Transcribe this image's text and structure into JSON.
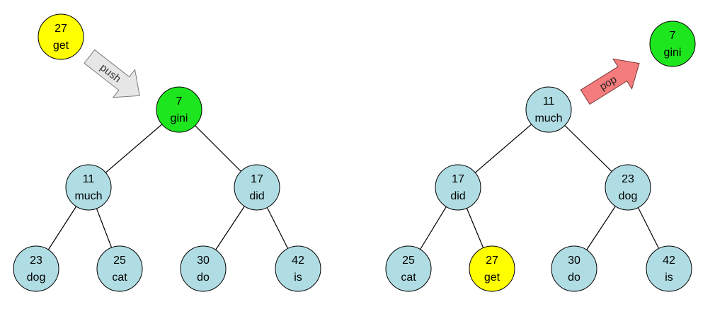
{
  "colors": {
    "node_default": "#b0dde3",
    "node_root": "#1ee61e",
    "node_new": "#ffff00",
    "edge": "#000000",
    "push_arrow": "#e6e6e6",
    "pop_arrow": "#f47c7c"
  },
  "push_label": "push",
  "pop_label": "pop",
  "left_heap": {
    "incoming": {
      "priority": "27",
      "word": "get"
    },
    "nodes": [
      {
        "priority": "7",
        "word": "gini",
        "color": "root"
      },
      {
        "priority": "11",
        "word": "much",
        "color": "default"
      },
      {
        "priority": "17",
        "word": "did",
        "color": "default"
      },
      {
        "priority": "23",
        "word": "dog",
        "color": "default"
      },
      {
        "priority": "25",
        "word": "cat",
        "color": "default"
      },
      {
        "priority": "30",
        "word": "do",
        "color": "default"
      },
      {
        "priority": "42",
        "word": "is",
        "color": "default"
      }
    ]
  },
  "right_heap": {
    "outgoing": {
      "priority": "7",
      "word": "gini"
    },
    "nodes": [
      {
        "priority": "11",
        "word": "much",
        "color": "default"
      },
      {
        "priority": "17",
        "word": "did",
        "color": "default"
      },
      {
        "priority": "23",
        "word": "dog",
        "color": "default"
      },
      {
        "priority": "25",
        "word": "cat",
        "color": "default"
      },
      {
        "priority": "27",
        "word": "get",
        "color": "new"
      },
      {
        "priority": "30",
        "word": "do",
        "color": "default"
      },
      {
        "priority": "42",
        "word": "is",
        "color": "default"
      }
    ]
  }
}
